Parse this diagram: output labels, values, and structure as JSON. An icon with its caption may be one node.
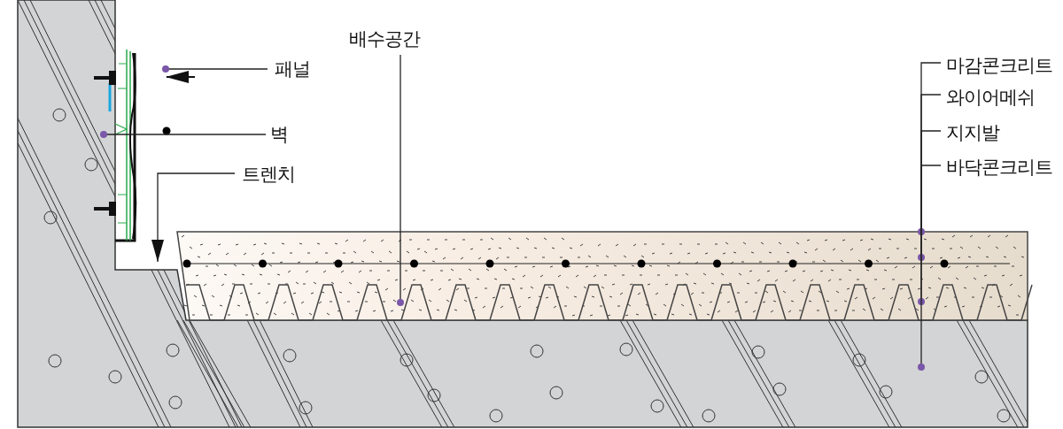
{
  "diagram": {
    "nodes": [
      {
        "text": [
          "패널"
        ]
      },
      {
        "text": [
          "벽"
        ]
      },
      {
        "text": [
          "트렌치"
        ]
      },
      {
        "text": [
          "배수공간"
        ]
      },
      {
        "text": [
          "마감콘크리트"
        ]
      },
      {
        "text": [
          "와이어메쉬"
        ]
      },
      {
        "text": [
          "지지발"
        ]
      },
      {
        "text": [
          "바닥콘크리트"
        ]
      }
    ],
    "edges": [
      {
        "from": 0,
        "to": null,
        "arrow": "other"
      },
      {
        "from": 1,
        "to": null,
        "arrow": "other"
      },
      {
        "from": 2,
        "to": null,
        "arrow": "to"
      },
      {
        "from": 3,
        "to": null,
        "arrow": "other"
      },
      {
        "from": 4,
        "to": null,
        "arrow": "other"
      },
      {
        "from": 5,
        "to": null,
        "arrow": "other"
      },
      {
        "from": 6,
        "to": null,
        "arrow": "other"
      },
      {
        "from": 7,
        "to": null,
        "arrow": "other"
      }
    ]
  }
}
